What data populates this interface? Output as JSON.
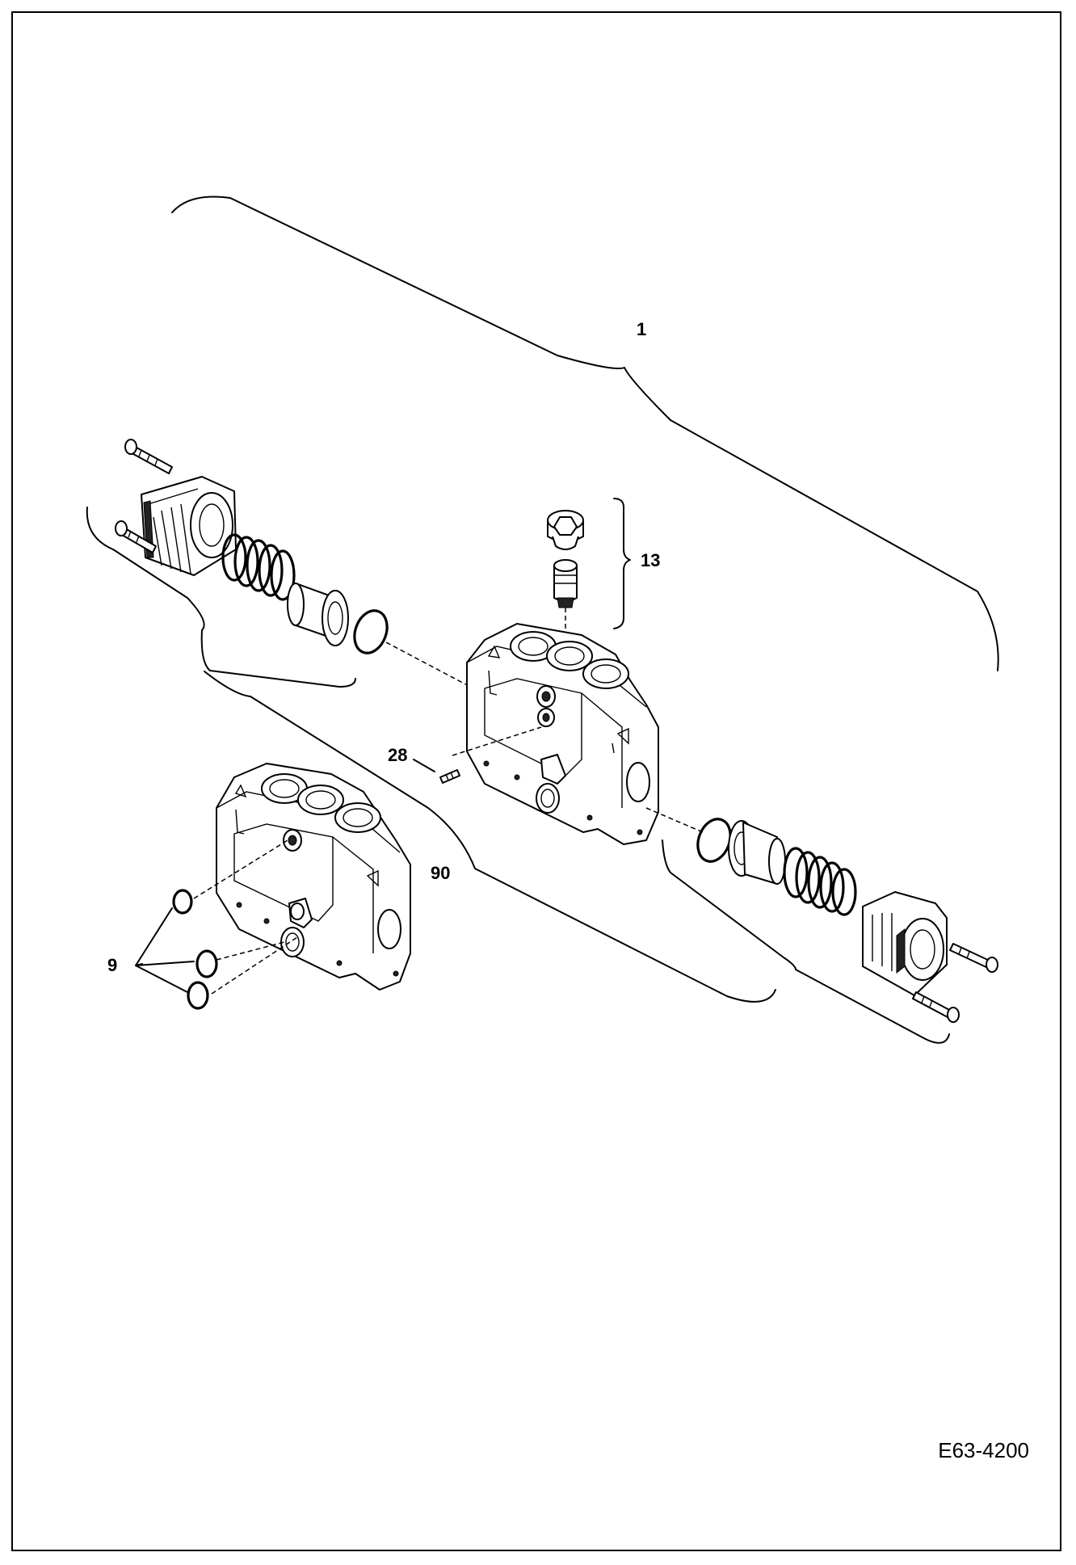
{
  "drawing_code": "E63-4200",
  "callouts": {
    "c1": "1",
    "c13": "13",
    "c28": "28",
    "c90": "90",
    "c9": "9"
  }
}
